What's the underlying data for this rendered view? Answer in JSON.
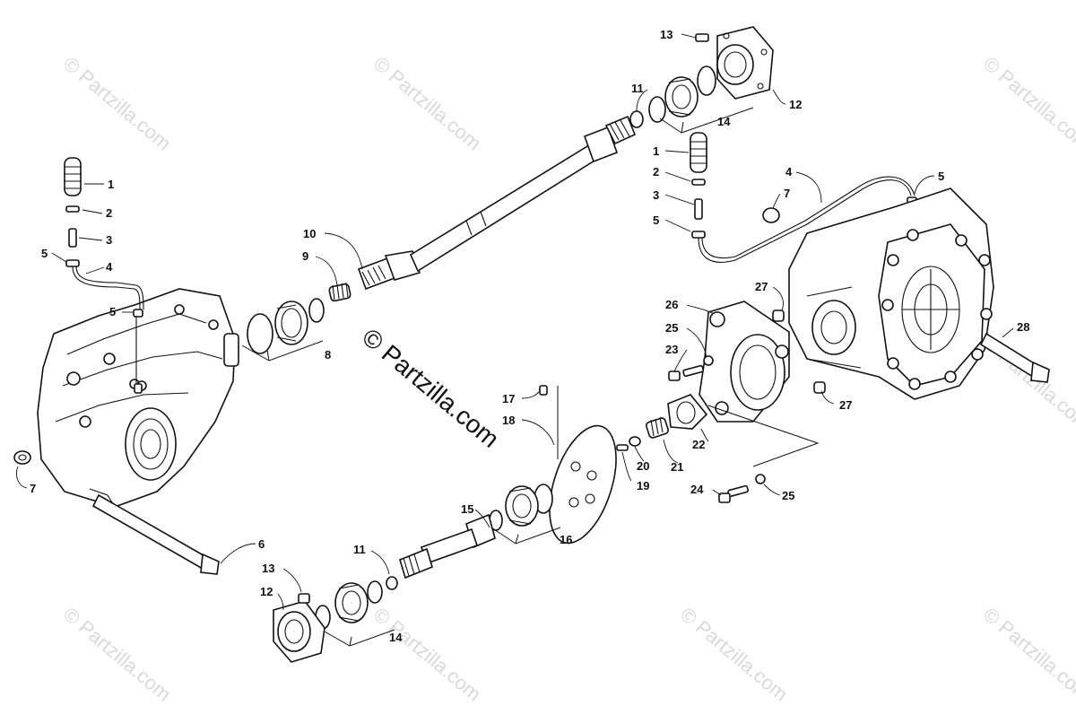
{
  "watermark": {
    "main": "© Partzilla.com",
    "repeat": "© Partzilla.com"
  },
  "callouts": {
    "c1a": "1",
    "c2a": "2",
    "c3a": "3",
    "c4a": "4",
    "c5a": "5",
    "c5b": "5",
    "c6": "6",
    "c7a": "7",
    "c8": "8",
    "c9": "9",
    "c10": "10",
    "c11a": "11",
    "c12a": "12",
    "c13a": "13",
    "c14a": "14",
    "c1b": "1",
    "c2b": "2",
    "c3b": "3",
    "c4b": "4",
    "c5c": "5",
    "c5d": "5",
    "c7b": "7",
    "c11b": "11",
    "c12b": "12",
    "c13b": "13",
    "c14b": "14",
    "c15": "15",
    "c16": "16",
    "c17": "17",
    "c18": "18",
    "c19": "19",
    "c20": "20",
    "c21": "21",
    "c22": "22",
    "c23": "23",
    "c24": "24",
    "c25a": "25",
    "c25b": "25",
    "c26": "26",
    "c27a": "27",
    "c27b": "27",
    "c28": "28"
  }
}
